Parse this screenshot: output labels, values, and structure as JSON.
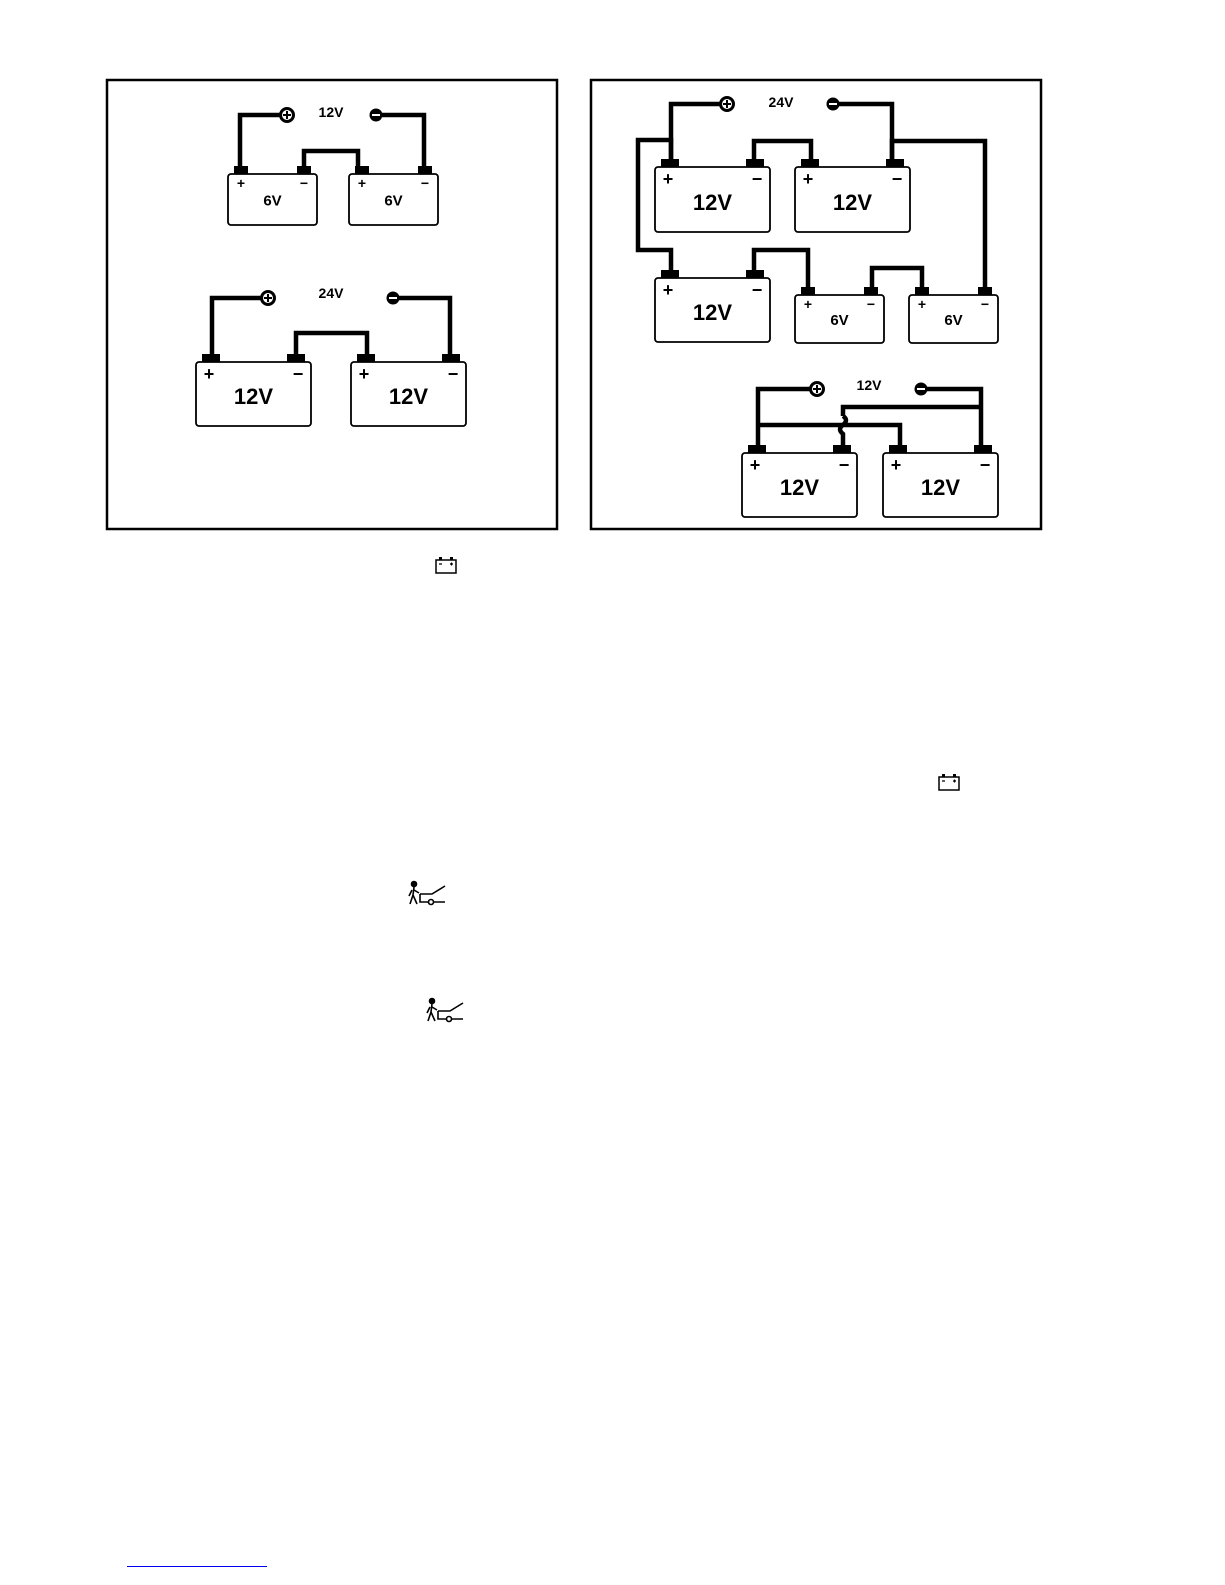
{
  "colors": {
    "ink": "#000000",
    "paper": "#ffffff",
    "link": "#0000ee"
  },
  "panel_left": {
    "top_circuit": {
      "voltage": "12V",
      "batteries": [
        "6V",
        "6V"
      ]
    },
    "bottom_circuit": {
      "voltage": "24V",
      "batteries": [
        "12V",
        "12V"
      ]
    }
  },
  "panel_right": {
    "top_circuit": {
      "voltage": "24V",
      "batteries": [
        "12V",
        "12V",
        "12V",
        "6V",
        "6V"
      ]
    },
    "bottom_circuit": {
      "voltage": "12V",
      "batteries": [
        "12V",
        "12V"
      ]
    }
  },
  "terminal_signs": {
    "plus": "+",
    "minus": "−"
  },
  "icons": {
    "battery": "battery-icon",
    "jump_start": "jump-start-icon"
  }
}
